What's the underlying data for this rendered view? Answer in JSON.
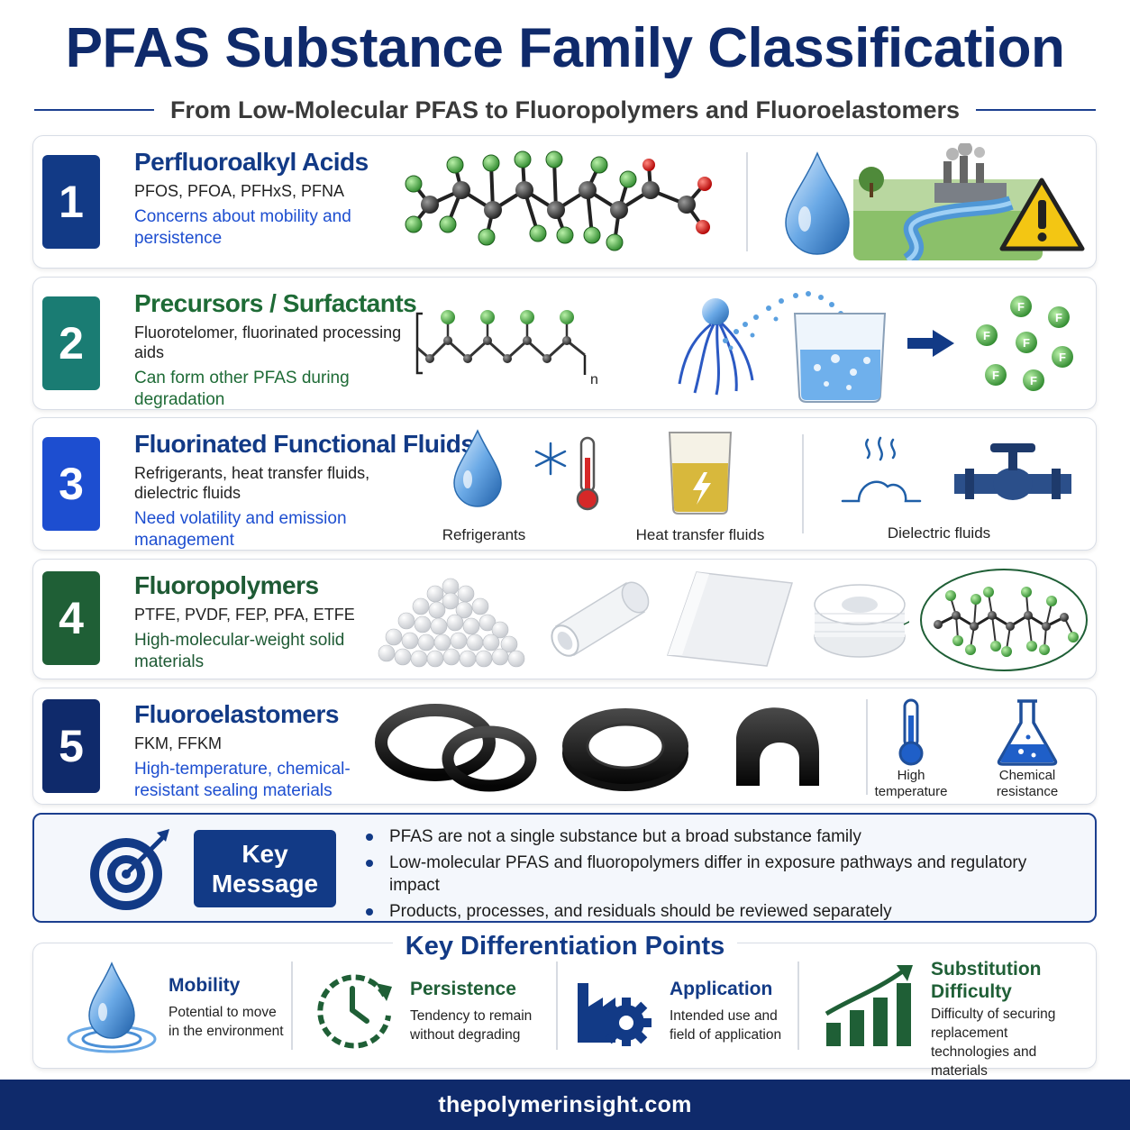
{
  "header": {
    "title": "PFAS Substance Family Classification",
    "subtitle": "From Low-Molecular PFAS to Fluoropolymers and Fluoroelastomers"
  },
  "colors": {
    "navy": "#0f2a6b",
    "blue": "#1d4ed0",
    "teal": "#1a7c73",
    "green": "#1f5f36",
    "atom_green": "#4caf50"
  },
  "categories": [
    {
      "number": "1",
      "title": "Perfluoroalkyl Acids",
      "examples": "PFOS, PFOA, PFHxS, PFNA",
      "note": "Concerns about mobility and persistence"
    },
    {
      "number": "2",
      "title": "Precursors / Surfactants",
      "examples": "Fluorotelomer, fluorinated processing aids",
      "note": "Can form other PFAS during degradation"
    },
    {
      "number": "3",
      "title": "Fluorinated Functional Fluids",
      "examples": "Refrigerants, heat transfer fluids, dielectric fluids",
      "note": "Need volatility and emission management"
    },
    {
      "number": "4",
      "title": "Fluoropolymers",
      "examples": "PTFE, PVDF, FEP, PFA, ETFE",
      "note": "High-molecular-weight solid materials"
    },
    {
      "number": "5",
      "title": "Fluoroelastomers",
      "examples": "FKM, FFKM",
      "note": "High-temperature, chemical-resistant sealing materials"
    }
  ],
  "illustrations": {
    "atom_label": "F",
    "repeat_label": "n",
    "fluids_labels": [
      "Refrigerants",
      "Heat transfer fluids",
      "Dielectric fluids"
    ],
    "elastomer_labels": [
      "High temperature",
      "Chemical resistance"
    ]
  },
  "key_message": {
    "label": "Key Message",
    "bullets": [
      "PFAS are not a single substance but a broad substance family",
      "Low-molecular PFAS and fluoropolymers differ in exposure pathways and regulatory impact",
      "Products, processes, and residuals should be reviewed separately"
    ]
  },
  "differentiation": {
    "title": "Key Differentiation Points",
    "points": [
      {
        "title": "Mobility",
        "text": "Potential to move in the environment",
        "icon": "water-drop-icon"
      },
      {
        "title": "Persistence",
        "text": "Tendency to remain without degrading",
        "icon": "clock-icon"
      },
      {
        "title": "Application",
        "text": "Intended use and field of application",
        "icon": "factory-gear-icon"
      },
      {
        "title": "Substitution Difficulty",
        "text": "Difficulty of securing replacement technologies and materials",
        "icon": "bar-chart-icon"
      }
    ]
  },
  "footer": {
    "site": "thepolymerinsight.com"
  }
}
